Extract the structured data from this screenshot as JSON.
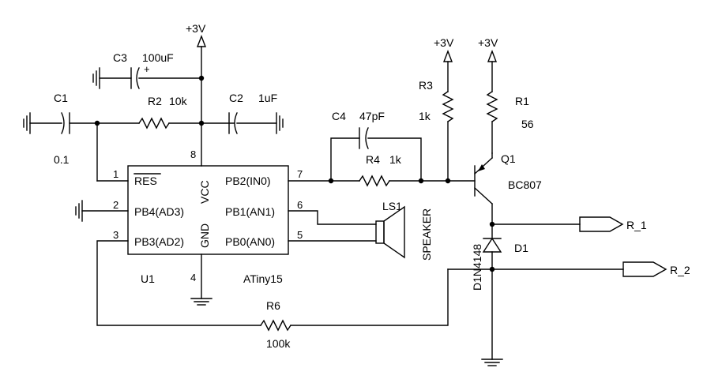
{
  "power": {
    "label": "+3V"
  },
  "ic": {
    "ref": "U1",
    "part": "ATiny15",
    "pins": {
      "reset": "RES",
      "pb4": "PB4(AD3)",
      "pb3": "PB3(AD2)",
      "pb2": "PB2(IN0)",
      "pb1": "PB1(AN1)",
      "pb0": "PB0(AN0)",
      "vcc": "VCC",
      "gnd": "GND"
    },
    "pin_numbers": {
      "p1": "1",
      "p2": "2",
      "p3": "3",
      "p4": "4",
      "p5": "5",
      "p6": "6",
      "p7": "7",
      "p8": "8"
    }
  },
  "components": {
    "c1": {
      "ref": "C1",
      "value": "0.1"
    },
    "c2": {
      "ref": "C2",
      "value": "1uF"
    },
    "c3": {
      "ref": "C3",
      "value": "100uF",
      "polarity": "+"
    },
    "c4": {
      "ref": "C4",
      "value": "47pF"
    },
    "r1": {
      "ref": "R1",
      "value": "56"
    },
    "r2": {
      "ref": "R2",
      "value": "10k"
    },
    "r3": {
      "ref": "R3",
      "value": "1k"
    },
    "r4": {
      "ref": "R4",
      "value": "1k"
    },
    "r6": {
      "ref": "R6",
      "value": "100k"
    },
    "q1": {
      "ref": "Q1",
      "value": "BC807"
    },
    "d1": {
      "ref": "D1",
      "value": "D1N4148"
    },
    "ls1": {
      "ref": "LS1",
      "value": "SPEAKER"
    }
  },
  "ports": {
    "r1_out": "R_1",
    "r2_out": "R_2"
  }
}
